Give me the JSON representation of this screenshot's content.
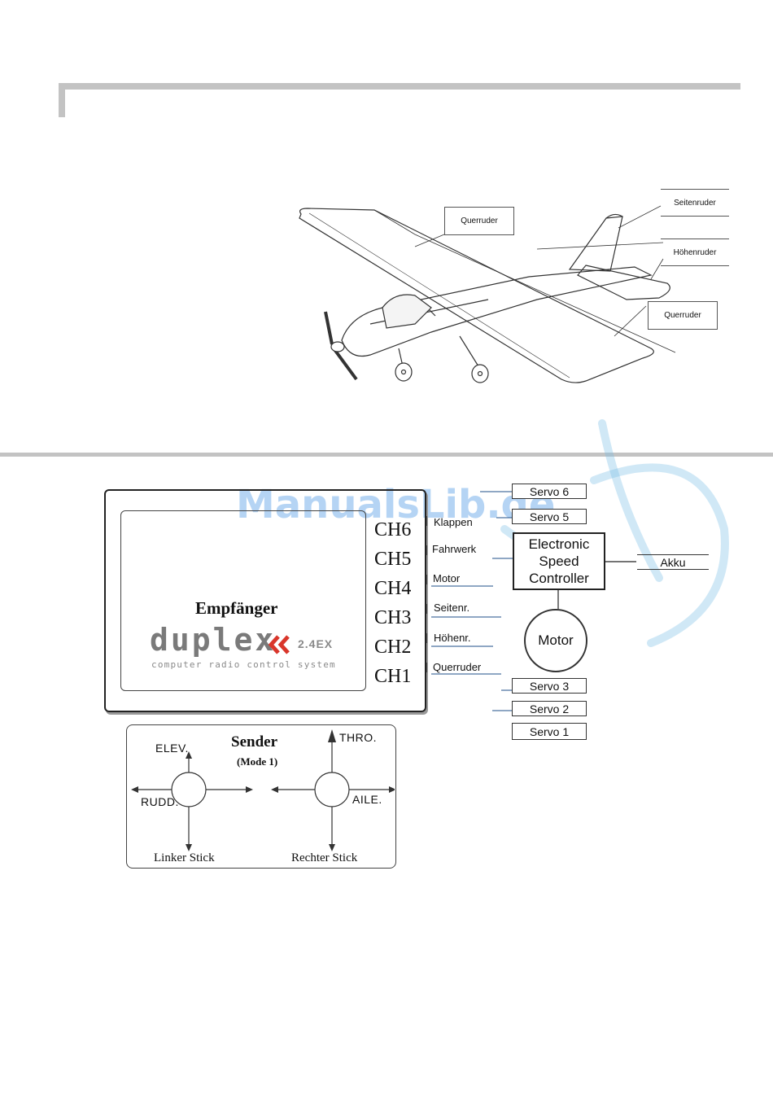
{
  "airplane_labels": {
    "aileron_left": "Querruder",
    "rudder": "Seitenruder",
    "elevator": "Höhenruder",
    "aileron_right": "Querruder"
  },
  "receiver": {
    "title": "Empfänger",
    "brand": "duplex",
    "brand_sub": "2.4EX",
    "tagline": "computer radio control system",
    "channels": [
      "CH6",
      "CH5",
      "CH4",
      "CH3",
      "CH2",
      "CH1"
    ],
    "wire_labels": [
      "Klappen",
      "Fahrwerk",
      "Motor",
      "Seitenr.",
      "Höhenr.",
      "Querruder"
    ]
  },
  "servos": {
    "servo6": "Servo 6",
    "servo5": "Servo 5",
    "servo3": "Servo 3",
    "servo2": "Servo 2",
    "servo1": "Servo 1"
  },
  "esc": {
    "line1": "Electronic",
    "line2": "Speed",
    "line3": "Controller"
  },
  "akku": "Akku",
  "motor": "Motor",
  "transmitter": {
    "title": "Sender",
    "mode": "(Mode 1)",
    "left_up": "ELEV.",
    "left_side": "RUDD.",
    "right_up": "THRO.",
    "right_side": "AILE.",
    "left_caption": "Linker Stick",
    "right_caption": "Rechter Stick"
  },
  "watermark": "ManualsLib.de"
}
